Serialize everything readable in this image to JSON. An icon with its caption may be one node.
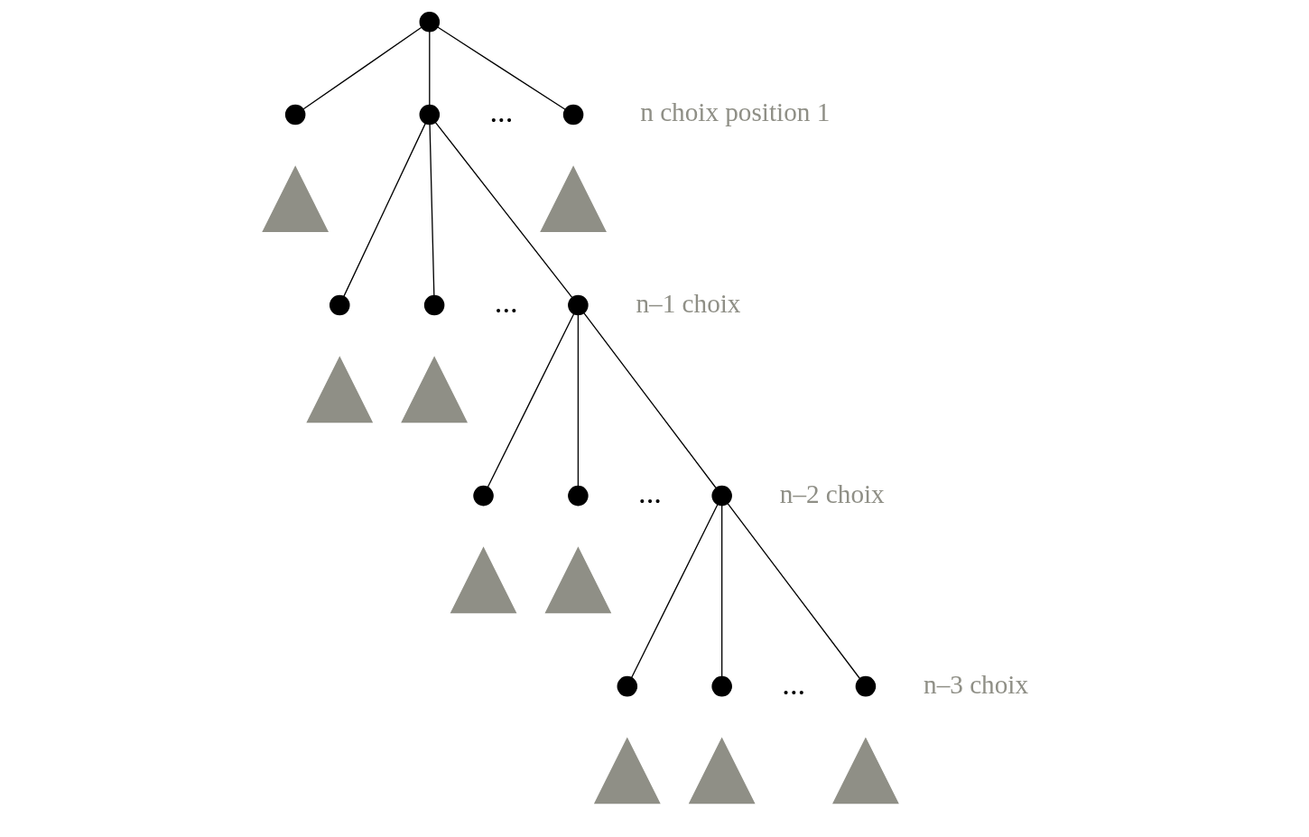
{
  "diagram": {
    "nodes": [
      {
        "text": [],
        "shape": "circle"
      },
      {
        "text": [],
        "shape": "circle"
      },
      {
        "text": [],
        "shape": "circle"
      },
      {
        "text": [],
        "shape": "circle"
      },
      {
        "text": [],
        "shape": "triangle"
      },
      {
        "text": [],
        "shape": "triangle"
      },
      {
        "text": [],
        "shape": "circle"
      },
      {
        "text": [],
        "shape": "circle"
      },
      {
        "text": [],
        "shape": "circle"
      },
      {
        "text": [],
        "shape": "triangle"
      },
      {
        "text": [],
        "shape": "triangle"
      },
      {
        "text": [],
        "shape": "circle"
      },
      {
        "text": [],
        "shape": "circle"
      },
      {
        "text": [],
        "shape": "circle"
      },
      {
        "text": [],
        "shape": "triangle"
      },
      {
        "text": [],
        "shape": "triangle"
      },
      {
        "text": [],
        "shape": "circle"
      },
      {
        "text": [],
        "shape": "circle"
      },
      {
        "text": [],
        "shape": "circle"
      },
      {
        "text": [],
        "shape": "triangle"
      },
      {
        "text": [],
        "shape": "triangle"
      },
      {
        "text": [],
        "shape": "triangle"
      }
    ],
    "edges": [
      {
        "from": 0,
        "to": 1,
        "arrow": "none"
      },
      {
        "from": 0,
        "to": 2,
        "arrow": "none"
      },
      {
        "from": 0,
        "to": 3,
        "arrow": "none"
      },
      {
        "from": 2,
        "to": 6,
        "arrow": "none"
      },
      {
        "from": 2,
        "to": 7,
        "arrow": "none"
      },
      {
        "from": 2,
        "to": 8,
        "arrow": "none"
      },
      {
        "from": 8,
        "to": 11,
        "arrow": "none"
      },
      {
        "from": 8,
        "to": 12,
        "arrow": "none"
      },
      {
        "from": 8,
        "to": 13,
        "arrow": "none"
      },
      {
        "from": 13,
        "to": 16,
        "arrow": "none"
      },
      {
        "from": 13,
        "to": 17,
        "arrow": "none"
      },
      {
        "from": 13,
        "to": 18,
        "arrow": "none"
      }
    ],
    "labels": [
      "...",
      "n choix position 1",
      "...",
      "n–1 choix",
      "...",
      "n–2 choix",
      "...",
      "n–3 choix"
    ]
  }
}
